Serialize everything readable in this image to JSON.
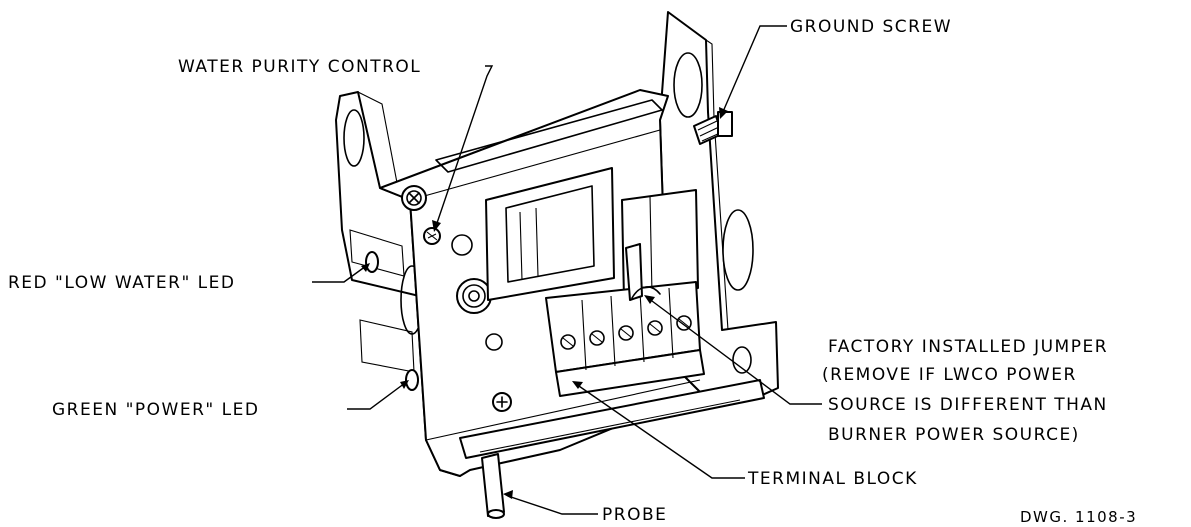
{
  "callouts": {
    "water_purity_control": "WATER PURITY CONTROL",
    "ground_screw": "GROUND SCREW",
    "red_led": "RED \"LOW WATER\" LED",
    "green_led": "GREEN \"POWER\" LED",
    "jumper_line1": "FACTORY INSTALLED JUMPER",
    "jumper_line2": "(REMOVE IF LWCO POWER",
    "jumper_line3": "SOURCE IS DIFFERENT THAN",
    "jumper_line4": "BURNER POWER SOURCE)",
    "terminal_block": "TERMINAL BLOCK",
    "probe": "PROBE"
  },
  "drawing_number": "DWG. 1108-3"
}
